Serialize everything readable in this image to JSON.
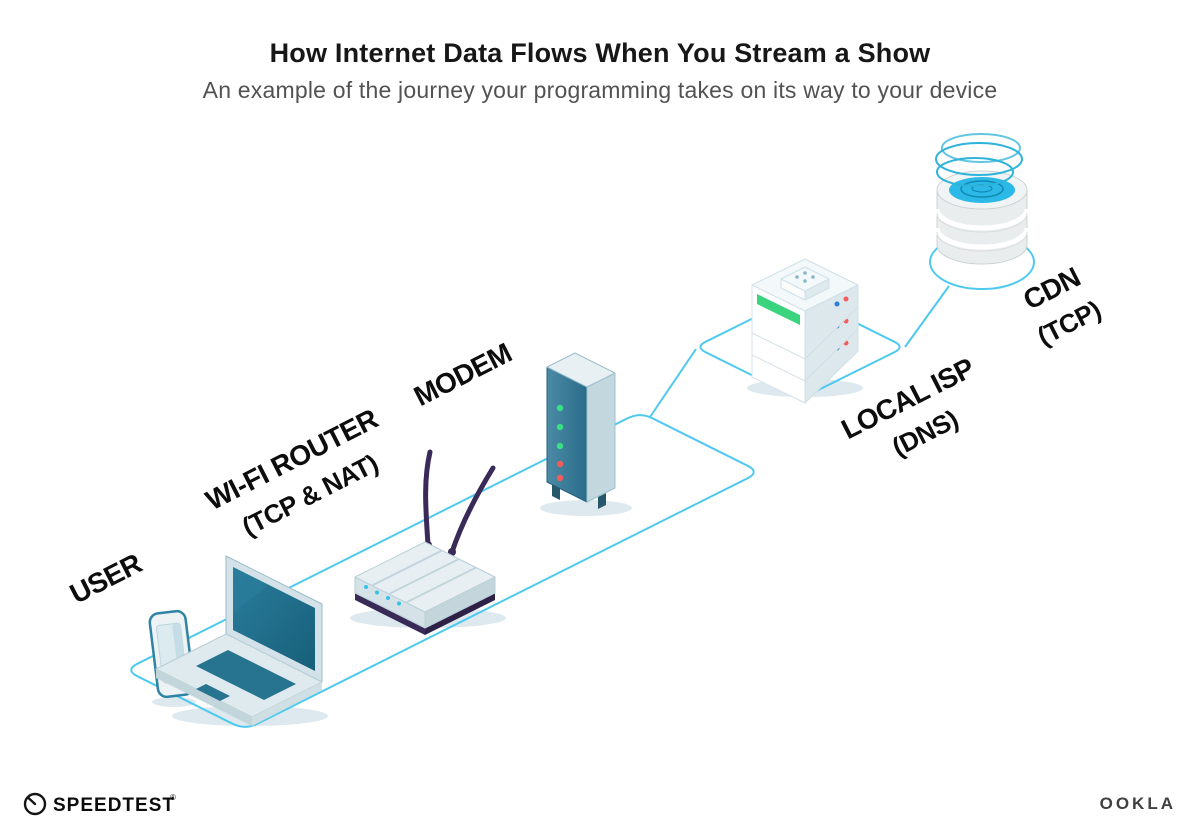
{
  "header": {
    "title": "How Internet Data Flows When You Stream a Show",
    "subtitle": "An example of the journey your programming takes on its way to your device"
  },
  "diagram": {
    "nodes": [
      {
        "id": "user",
        "line1": "USER",
        "line2": "",
        "icon": "phone-and-laptop-icon"
      },
      {
        "id": "wifi-router",
        "line1": "WI-FI ROUTER",
        "line2": "(TCP & NAT)",
        "icon": "wifi-router-icon"
      },
      {
        "id": "modem",
        "line1": "MODEM",
        "line2": "",
        "icon": "modem-icon"
      },
      {
        "id": "local-isp",
        "line1": "LOCAL ISP",
        "line2": "(DNS)",
        "icon": "server-stack-icon"
      },
      {
        "id": "cdn",
        "line1": "CDN",
        "line2": "(TCP)",
        "icon": "database-icon"
      }
    ],
    "flow": [
      "user",
      "wifi-router",
      "modem",
      "local-isp",
      "cdn"
    ]
  },
  "footer": {
    "speedtest": "SPEEDTEST",
    "speedtest_reg": "®",
    "ookla": "OOKLA"
  },
  "colors": {
    "line_blue": "#4fc9ee",
    "device_teal": "#1d6d89",
    "device_light": "#dfeaee",
    "antenna_purple": "#3a2a58",
    "led_green": "#3ad47f",
    "led_red": "#f25c5c",
    "led_blue": "#2a7fd4",
    "cdn_cyan": "#2cb9e7",
    "title_text": "#171717",
    "subtitle_text": "#525252"
  }
}
